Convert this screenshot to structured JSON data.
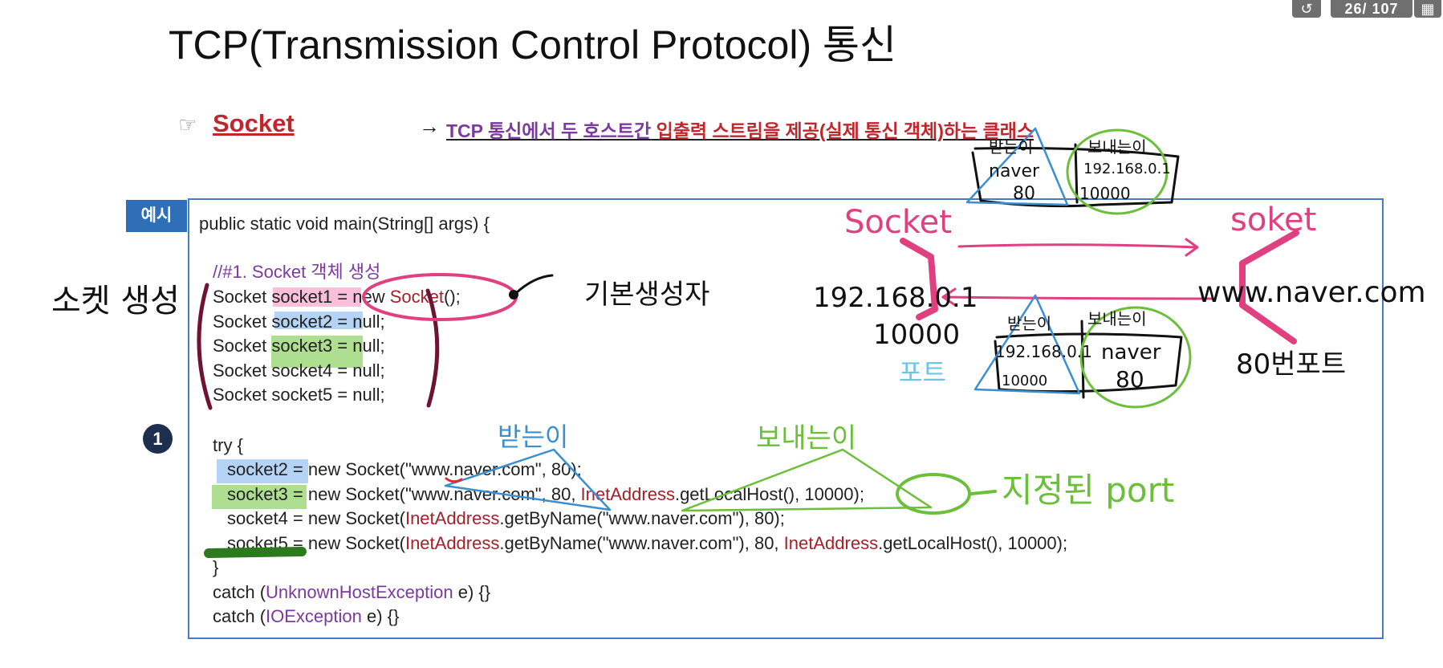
{
  "viewer": {
    "page_counter": "26/ 107",
    "history_icon": "history-icon",
    "grid_icon": "grid-icon"
  },
  "slide": {
    "title": "TCP(Transmission Control Protocol) 통신",
    "heading_icon": "pointing-hand-icon",
    "heading": "Socket",
    "arrow": "→",
    "description_a": "TCP 통신에서 두 호스트간",
    "description_b": " 입출력 스트림을 제공(실제 통신 객체)하는 클래스",
    "example_label": "예시",
    "step_number": "1"
  },
  "code": {
    "main_sig": "public static void main(String[] args) {",
    "comment": "//#1. Socket 객체 생성",
    "decl1_a": "Socket socket1 = new ",
    "decl1_cls": "Socket",
    "decl1_b": "();",
    "decl2": "Socket socket2 = null;",
    "decl3": "Socket socket3 = null;",
    "decl4": "Socket socket4 = null;",
    "decl5": "Socket socket5 = null;",
    "try": "try {",
    "s2": "socket2 = new Socket(\"www.naver.com\", 80);",
    "s3_a": "socket3 = new Socket(\"www.naver.com\", 80, ",
    "s3_cls": "InetAddress",
    "s3_b": ".getLocalHost(), 10000);",
    "s4_a": "socket4 = new Socket(",
    "s4_cls": "InetAddress",
    "s4_b": ".getByName(\"www.naver.com\"), 80);",
    "s5_a": "socket5 = new Socket(",
    "s5_cls1": "InetAddress",
    "s5_b": ".getByName(\"www.naver.com\"), 80, ",
    "s5_cls2": "InetAddress",
    "s5_c": ".getLocalHost(), 10000);",
    "close": "}",
    "catch1_a": "catch (",
    "catch1_exc": "UnknownHostException",
    "catch1_b": " e) {}",
    "catch2_a": "catch (",
    "catch2_exc": "IOException",
    "catch2_b": " e) {}"
  },
  "annotations": {
    "socket_creation": "소켓 생성",
    "default_constructor": "기본생성자",
    "receiver": "받는이",
    "sender": "보내는이",
    "designated_port": "지정된 port",
    "left_socket": "Socket",
    "right_socket": "soket",
    "ip": "192.168.0.1",
    "local_port": "10000",
    "port_word": "포트",
    "remote_host": "www.naver.com",
    "remote_port": "80번포트",
    "table_top_recv_label": "받는이",
    "table_top_send_label": "보내는이",
    "table_top_recv_host": "naver",
    "table_top_recv_port": "80",
    "table_top_send_ip": "192.168.0.1",
    "table_top_send_port": "10000",
    "table_bot_recv_label": "받는이",
    "table_bot_send_label": "보내는이",
    "table_bot_recv_ip": "192.168.0.1",
    "table_bot_recv_port": "10000",
    "table_bot_send_host": "naver",
    "table_bot_send_port": "80",
    "colors": {
      "pink": "#e0407f",
      "blue": "#3a8fd0",
      "green": "#6cbf3a",
      "maroon": "#6d1530",
      "black": "#111111",
      "dark_green": "#2c7a1e"
    }
  }
}
